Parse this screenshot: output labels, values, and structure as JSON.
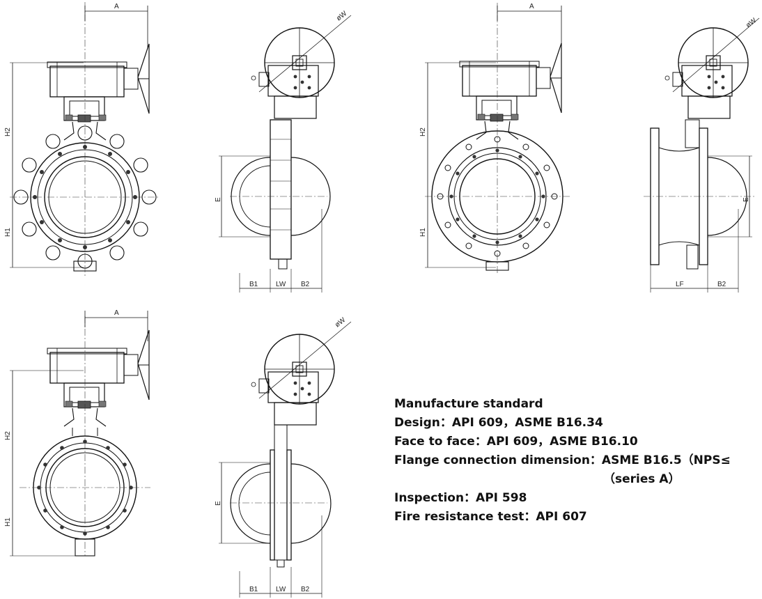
{
  "labels": {
    "A": "A",
    "H1": "H1",
    "H2": "H2",
    "E": "E",
    "B1": "B1",
    "B2": "B2",
    "LW": "LW",
    "LF": "LF",
    "W": "øW"
  },
  "notes": {
    "title": "Manufacture standard",
    "design": "Design：API 609，ASME B16.34",
    "face_to_face": "Face to face：API 609，ASME B16.10",
    "flange": "Flange connection dimension：ASME B16.5（NPS≤",
    "flange_cont": "（series A）",
    "inspection": "Inspection：API 598",
    "fire": "Fire resistance test：API 607"
  }
}
